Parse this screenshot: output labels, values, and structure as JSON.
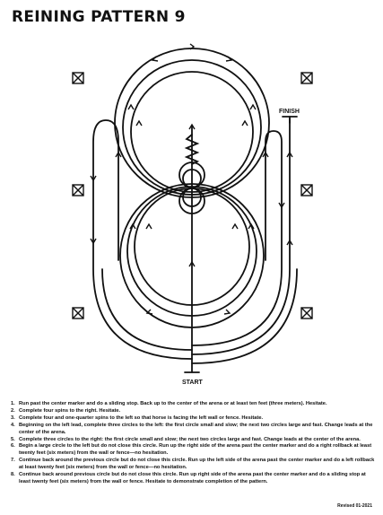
{
  "title": "REINING PATTERN 9",
  "labels": {
    "finish": "FINISH",
    "start": "START"
  },
  "icons": {
    "marker": "marker-box-icon",
    "arrow": "arrow-icon"
  },
  "colors": {
    "ink": "#111111",
    "background": "#ffffff"
  },
  "steps": [
    {
      "num": "1.",
      "text": "Run past the center marker and do a sliding stop. Back up to the center of the arena or at least ten feet (three meters). Hesitate."
    },
    {
      "num": "2.",
      "text": "Complete four spins to the right. Hesitate."
    },
    {
      "num": "3.",
      "text": "Complete four and one-quarter spins to the left so that horse is facing the left wall or fence. Hesitate."
    },
    {
      "num": "4.",
      "text": "Beginning on the left lead, complete three circles to the left: the first circle small and slow; the next two circles large and fast. Change leads at the center of the arena."
    },
    {
      "num": "5.",
      "text": "Complete three circles to the right: the first circle small and slow; the next two circles large and fast. Change leads at the center of the arena."
    },
    {
      "num": "6.",
      "text": "Begin a large circle to the left but do not close this circle. Run up the right side of the arena past the center marker and do a right rollback at least twenty feet (six meters) from the wall or fence—no hesitation."
    },
    {
      "num": "7.",
      "text": "Continue back around the previous circle but do not close this circle. Run up the left side of the arena past the center marker and do a left rollback at least twenty feet (six meters) from the wall or fence—no hesitation."
    },
    {
      "num": "8.",
      "text": "Continue back around previous circle but do not close this circle. Run up right side of the arena past the center marker and do a sliding stop at least twenty feet (six meters) from the wall or fence. Hesitate to demonstrate completion of the pattern."
    }
  ],
  "revised": "Revised 01-2021"
}
